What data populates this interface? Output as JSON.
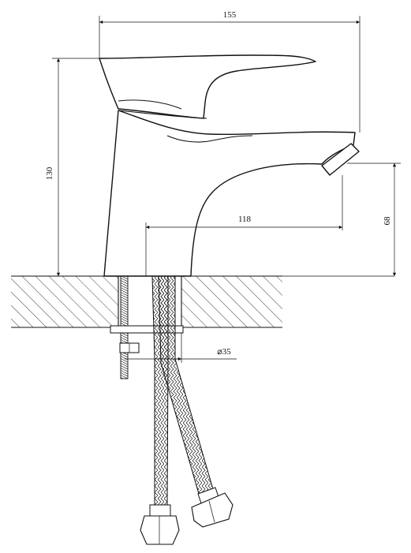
{
  "dimensions": {
    "width_total": "155",
    "height_total": "130",
    "spout_reach": "118",
    "spout_height": "68",
    "hole_diameter": "⌀35"
  },
  "colors": {
    "line": "#111111",
    "background": "#ffffff"
  }
}
